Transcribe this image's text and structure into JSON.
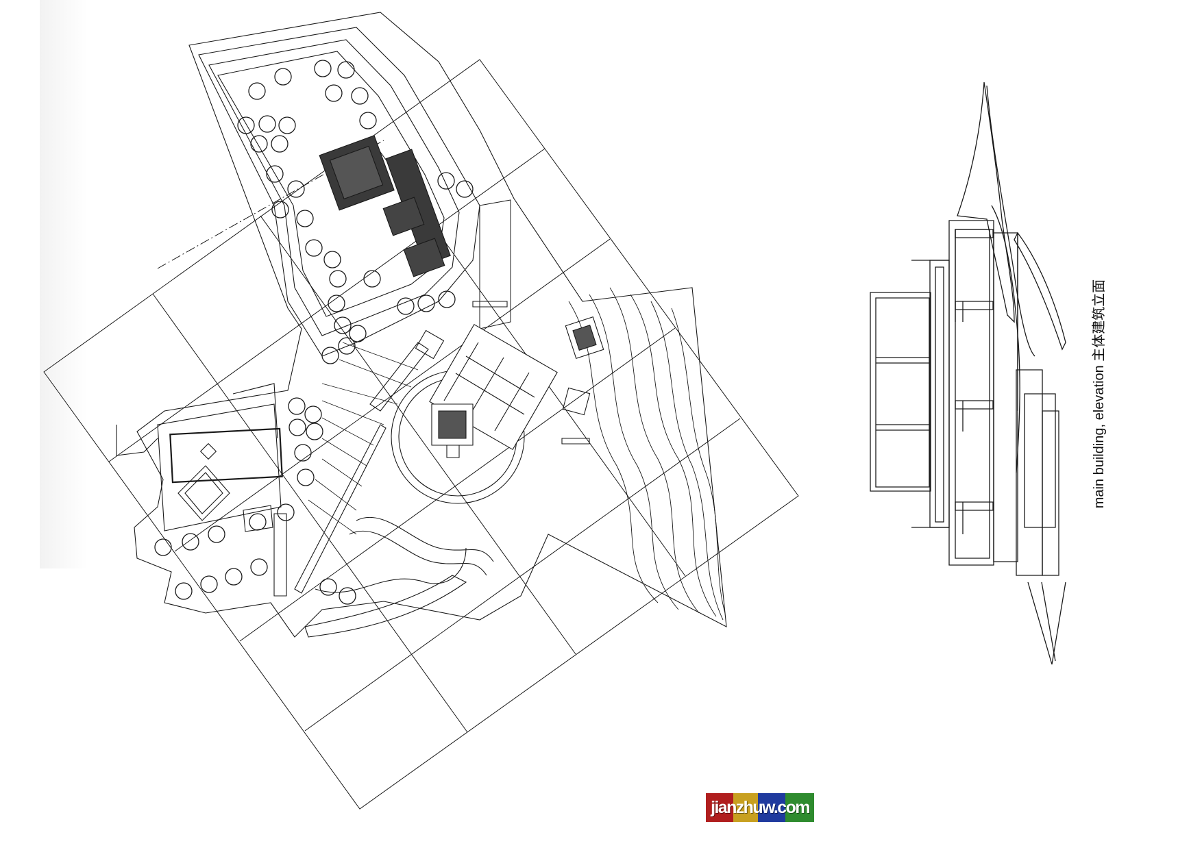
{
  "drawing": {
    "caption": "main building, elevation 主体建筑立面",
    "tree_symbol": "circle",
    "hatched_blocks": "rooftop-plan"
  },
  "watermark": {
    "text": "jianzhuw.com",
    "colors": [
      "#b01e1e",
      "#c8a020",
      "#1f3a9e",
      "#2e8b2e"
    ]
  }
}
